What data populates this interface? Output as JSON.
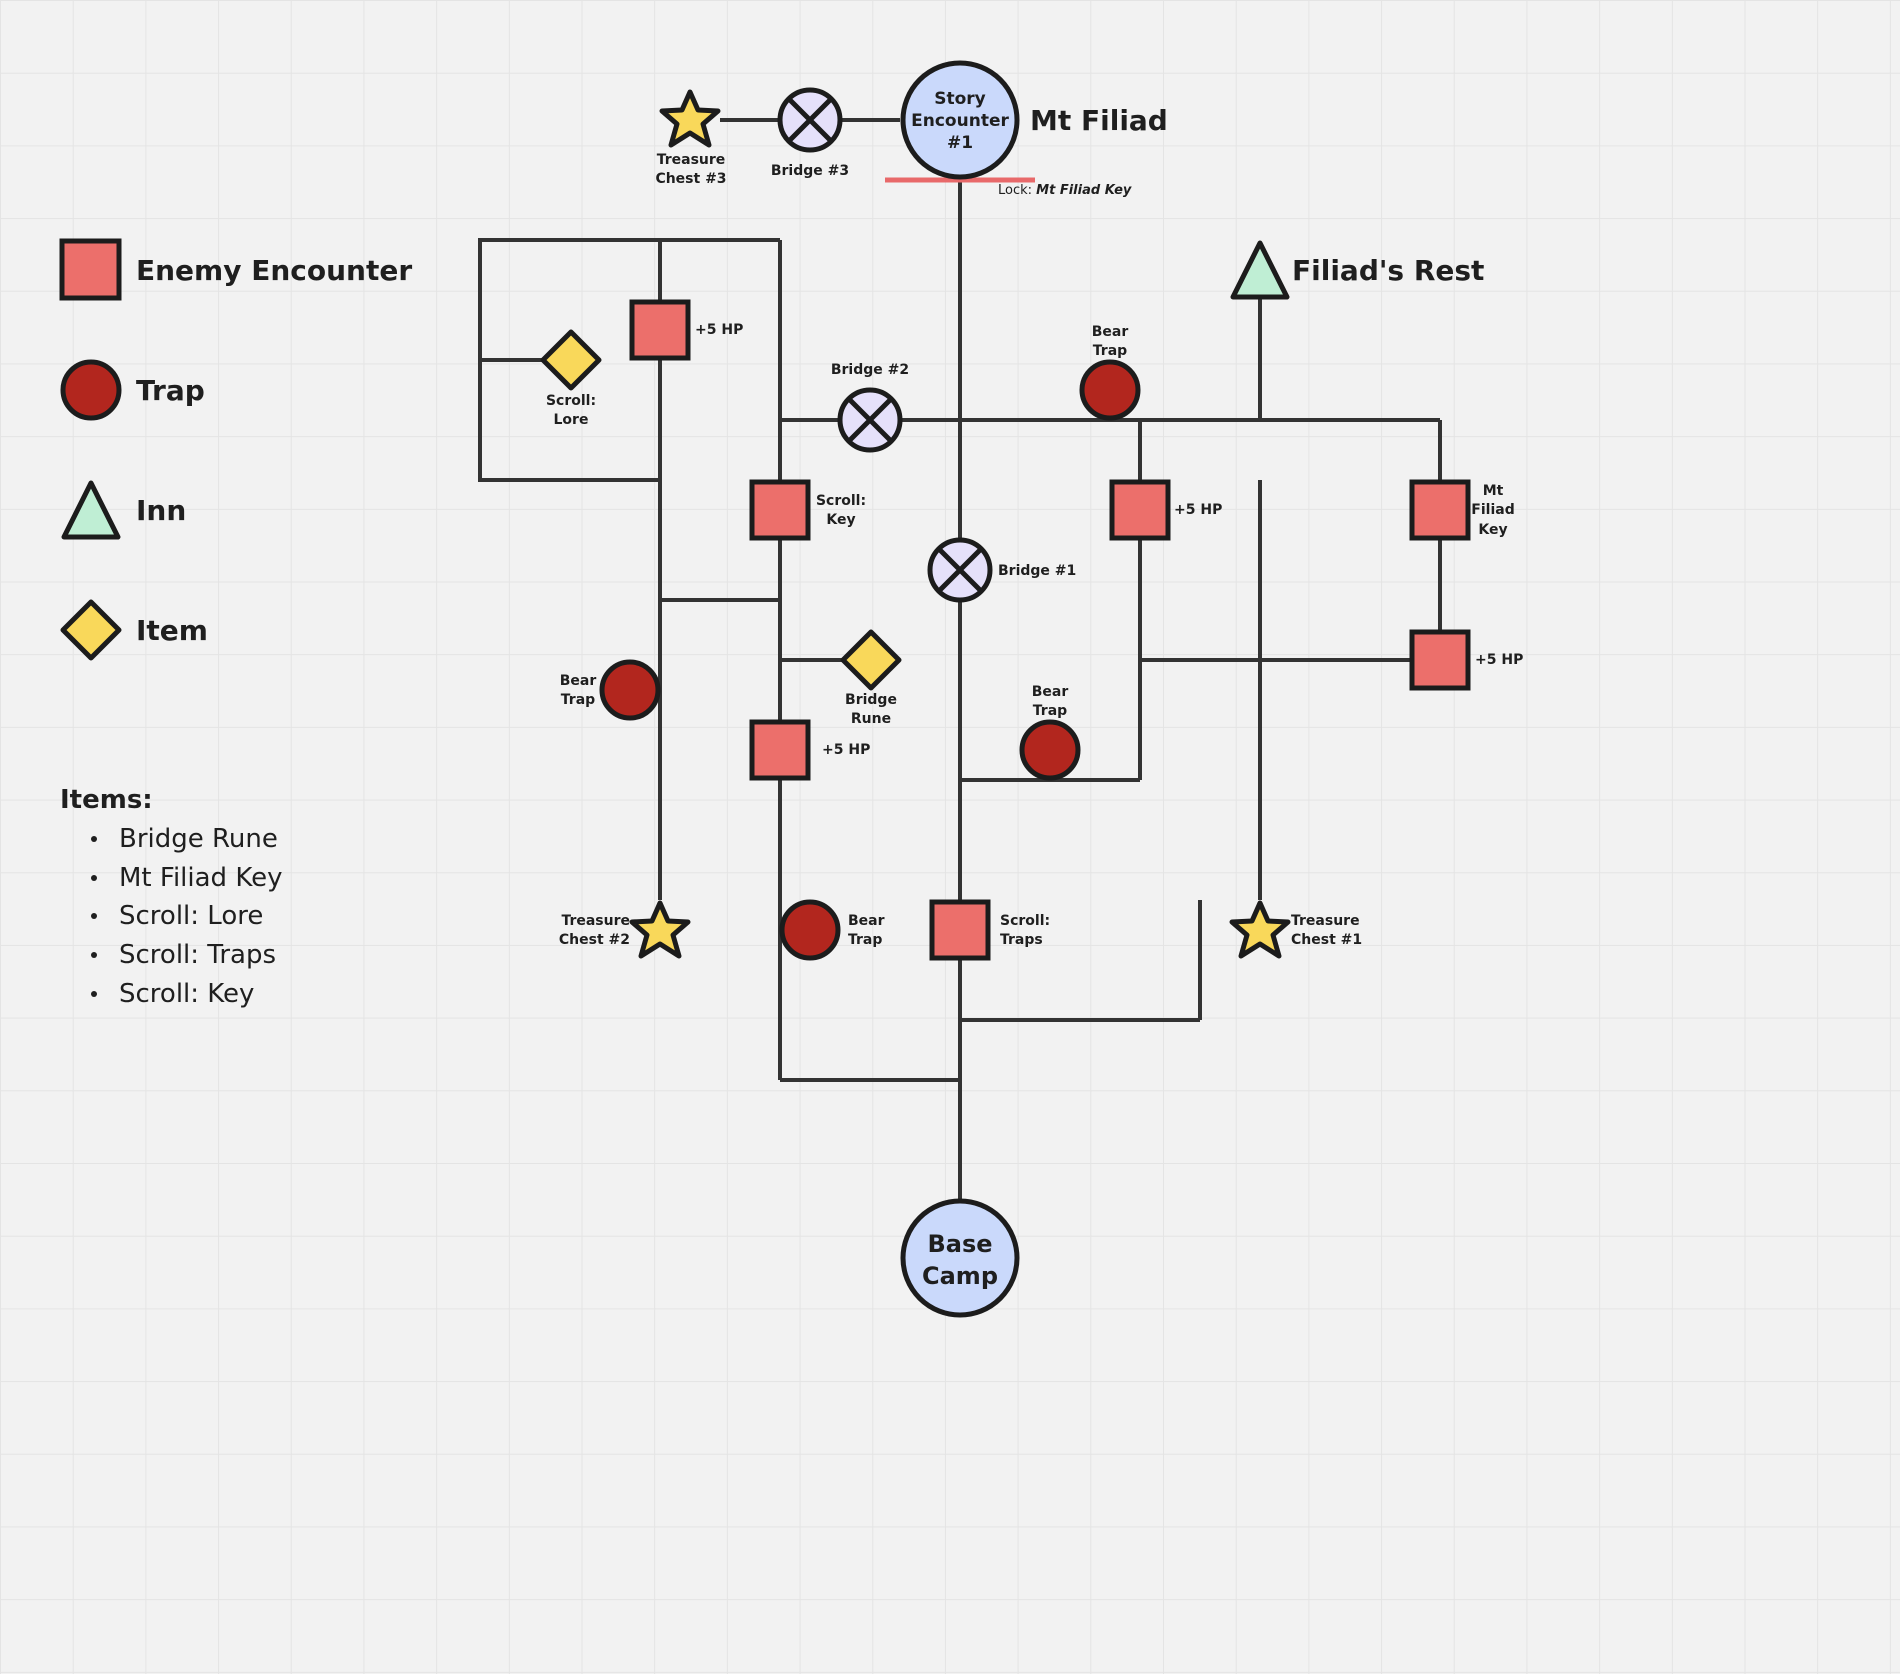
{
  "colors": {
    "enemy": "#ec6f6b",
    "trap": "#b2261e",
    "inn": "#bfeed4",
    "item": "#f9d85a",
    "bridge": "#e5e0fa",
    "location": "#cad9fb",
    "lock": "#e8696a",
    "line": "#333333",
    "outline": "#1c1c1c"
  },
  "legend": {
    "enemy": "Enemy Encounter",
    "trap": "Trap",
    "inn": "Inn",
    "item": "Item"
  },
  "items_list": {
    "title": "Items:",
    "entries": [
      "Bridge Rune",
      "Mt Filiad Key",
      "Scroll: Lore",
      "Scroll: Traps",
      "Scroll: Key"
    ]
  },
  "places": {
    "mt_filiad": "Mt Filiad",
    "filiads_rest": "Filiad's Rest",
    "story_encounter": [
      "Story",
      "Encounter",
      "#1"
    ],
    "base_camp": [
      "Base",
      "Camp"
    ]
  },
  "lock": {
    "prefix": "Lock:",
    "key": "Mt Filiad Key"
  },
  "labels": {
    "treasure_chest_3": [
      "Treasure",
      "Chest #3"
    ],
    "bridge_3": "Bridge #3",
    "bridge_2": "Bridge #2",
    "bridge_1": "Bridge #1",
    "hp_top_left": "+5 HP",
    "scroll_lore": [
      "Scroll:",
      "Lore"
    ],
    "bear_trap_top": [
      "Bear",
      "Trap"
    ],
    "scroll_key": [
      "Scroll:",
      "Key"
    ],
    "hp_mid_right": "+5 HP",
    "mt_filiad_key": [
      "Mt",
      "Filiad",
      "Key"
    ],
    "hp_far_right": "+5 HP",
    "bear_trap_left": [
      "Bear",
      "Trap"
    ],
    "bridge_rune": [
      "Bridge",
      "Rune"
    ],
    "hp_mid_left": "+5 HP",
    "bear_trap_mid": [
      "Bear",
      "Trap"
    ],
    "treasure_chest_2": [
      "Treasure",
      "Chest #2"
    ],
    "bear_trap_bottom": [
      "Bear",
      "Trap"
    ],
    "scroll_traps": [
      "Scroll:",
      "Traps"
    ],
    "treasure_chest_1": [
      "Treasure",
      "Chest #1"
    ]
  }
}
